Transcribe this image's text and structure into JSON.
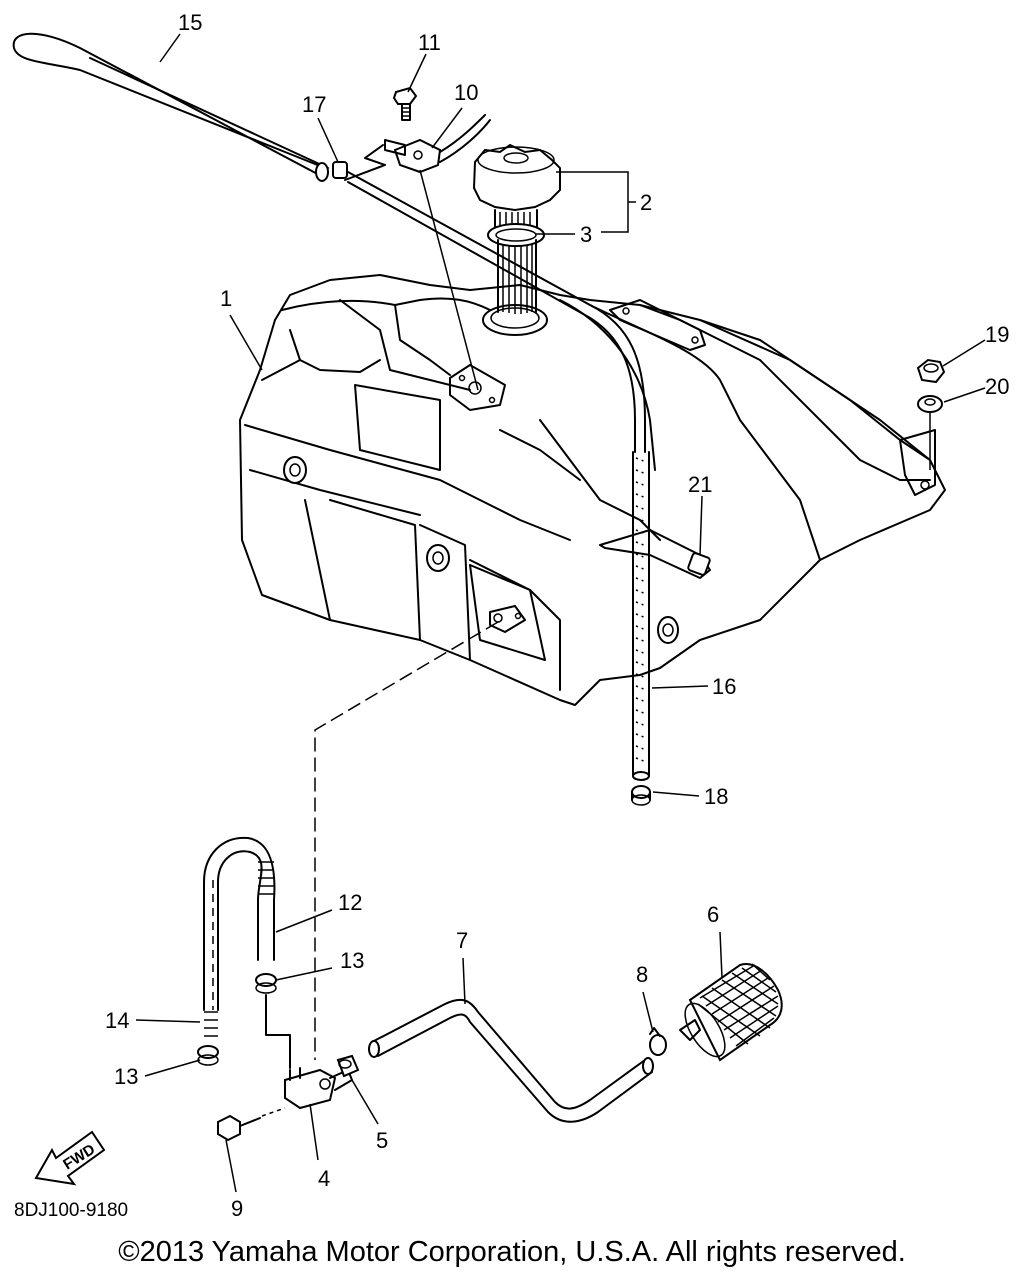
{
  "callouts": [
    {
      "id": "p1",
      "label": "1"
    },
    {
      "id": "p2",
      "label": "2"
    },
    {
      "id": "p3",
      "label": "3"
    },
    {
      "id": "p4",
      "label": "4"
    },
    {
      "id": "p5",
      "label": "5"
    },
    {
      "id": "p6",
      "label": "6"
    },
    {
      "id": "p7",
      "label": "7"
    },
    {
      "id": "p8",
      "label": "8"
    },
    {
      "id": "p9",
      "label": "9"
    },
    {
      "id": "p10",
      "label": "10"
    },
    {
      "id": "p11",
      "label": "11"
    },
    {
      "id": "p12",
      "label": "12"
    },
    {
      "id": "p13a",
      "label": "13"
    },
    {
      "id": "p13b",
      "label": "13"
    },
    {
      "id": "p14",
      "label": "14"
    },
    {
      "id": "p15",
      "label": "15"
    },
    {
      "id": "p16",
      "label": "16"
    },
    {
      "id": "p17",
      "label": "17"
    },
    {
      "id": "p18",
      "label": "18"
    },
    {
      "id": "p19",
      "label": "19"
    },
    {
      "id": "p20",
      "label": "20"
    },
    {
      "id": "p21",
      "label": "21"
    }
  ],
  "fwd_label": "FWD",
  "diagram_code": "8DJ100-9180",
  "copyright": "©2013 Yamaha Motor Corporation, U.S.A. All rights reserved."
}
